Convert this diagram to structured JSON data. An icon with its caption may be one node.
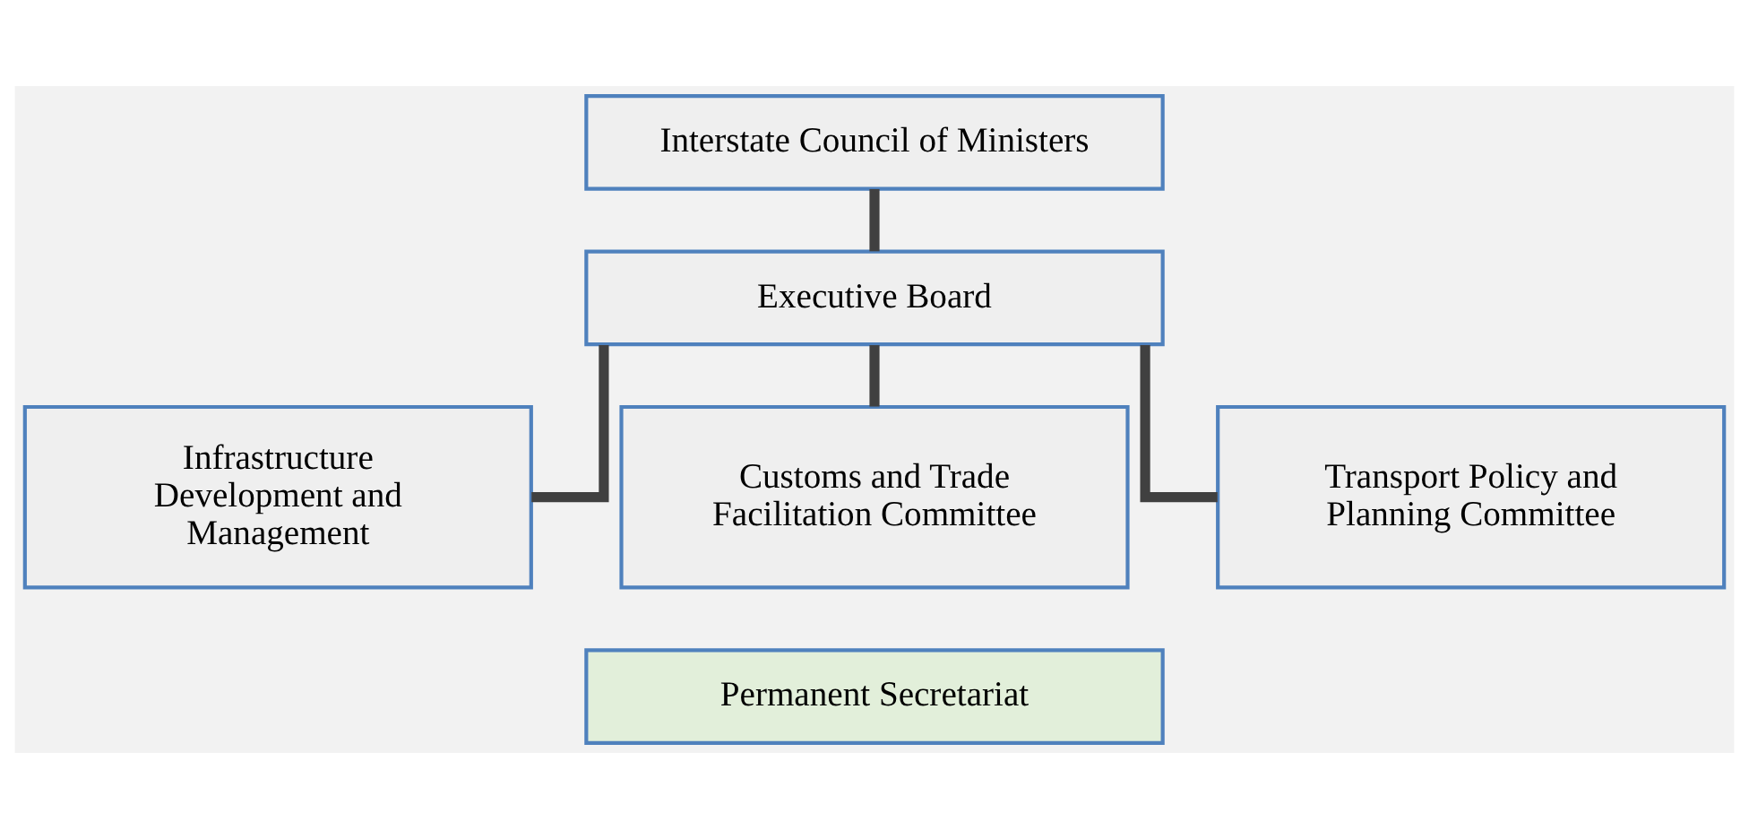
{
  "diagram": {
    "nodes": [
      {
        "text": [
          "Interstate Council of Ministers"
        ]
      },
      {
        "text": [
          "Executive Board"
        ]
      },
      {
        "text": [
          "Infrastructure Development and Management"
        ]
      },
      {
        "text": [
          "Customs and Trade Facilitation Committee"
        ]
      },
      {
        "text": [
          "Transport Policy and Planning Committee"
        ]
      },
      {
        "text": [
          "Permanent Secretariat"
        ]
      }
    ],
    "edges": [
      {
        "from": 0,
        "to": 1,
        "arrow": "none"
      },
      {
        "from": 1,
        "to": 2,
        "arrow": "none"
      },
      {
        "from": 1,
        "to": 3,
        "arrow": "none"
      },
      {
        "from": 1,
        "to": 4,
        "arrow": "none"
      }
    ]
  }
}
